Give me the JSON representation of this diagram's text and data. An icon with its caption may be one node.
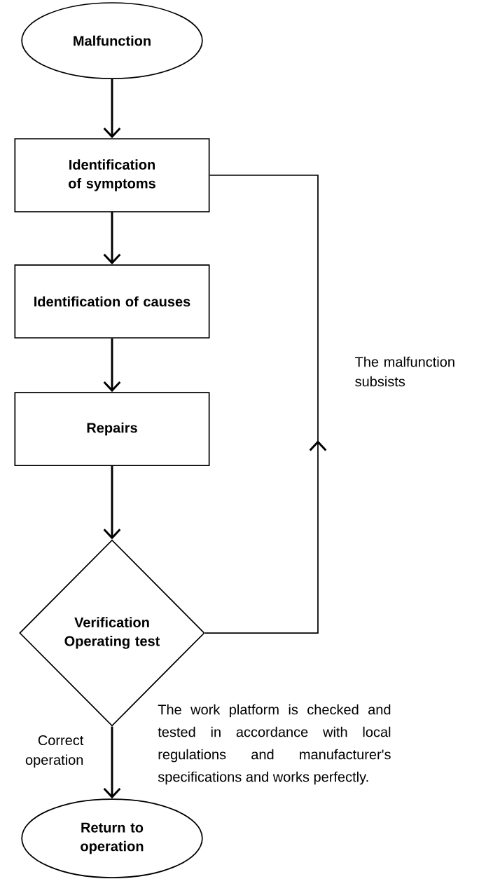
{
  "diagram": {
    "nodes": [
      {
        "text": [
          "Malfunction"
        ]
      },
      {
        "text": [
          "Identification of symptoms"
        ]
      },
      {
        "text": [
          "Identification of causes"
        ]
      },
      {
        "text": [
          "Repairs"
        ]
      },
      {
        "text": [
          "Verification Operating test"
        ]
      },
      {
        "text": [
          "Return to operation"
        ]
      }
    ],
    "edges": [
      {
        "from": 0,
        "to": 1,
        "arrow": "to"
      },
      {
        "from": 1,
        "to": 2,
        "arrow": "to"
      },
      {
        "from": 2,
        "to": 3,
        "arrow": "to"
      },
      {
        "from": 3,
        "to": 4,
        "arrow": "to"
      },
      {
        "from": 4,
        "to": 5,
        "arrow": "to",
        "label": "Correct operation"
      },
      {
        "from": 4,
        "to": 1,
        "arrow": "to",
        "label": "The malfunction subsists"
      }
    ],
    "labels": [
      "The work platform is checked and tested in accordance with local regulations and manufacturer's specifications and works perfectly."
    ]
  }
}
